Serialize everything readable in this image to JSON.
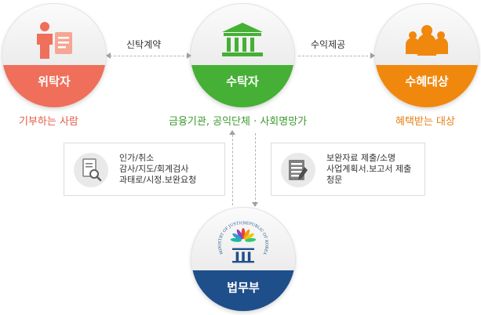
{
  "nodes": {
    "trustor": {
      "label": "위탁자",
      "caption": "기부하는 사람",
      "color": "#ef6f5a",
      "caption_color": "#e45a44"
    },
    "trustee": {
      "label": "수탁자",
      "caption": "금융기관, 공익단체 · 사회명망가",
      "color": "#45b035",
      "caption_color": "#3a9a2c"
    },
    "beneficiary": {
      "label": "수혜대상",
      "caption": "혜택받는 대상",
      "color": "#f0880e",
      "caption_color": "#e77d10"
    },
    "ministry": {
      "label": "법무부",
      "color": "#1f4f8a"
    }
  },
  "arrows": {
    "trust_contract": "신탁계약",
    "profit_provision": "수익제공"
  },
  "boxes": {
    "left": {
      "icon": "document-magnifier-icon",
      "lines": [
        "인가/취소",
        "감사/지도/회계검사",
        "과태로/시정.보완요청"
      ]
    },
    "right": {
      "icon": "document-list-pen-icon",
      "lines": [
        "보완자료 제출/소명",
        "사업계획서.보고서 제출",
        "청문"
      ]
    }
  },
  "emblem": {
    "ring_left": "MINISTRY OF JUSTICE",
    "ring_right": "REPUBLIC OF KOREA"
  },
  "icons": {
    "trustor": "person-document-icon",
    "trustee": "government-building-icon",
    "beneficiary": "group-people-icon",
    "ministry": "justice-scale-emblem-icon"
  }
}
